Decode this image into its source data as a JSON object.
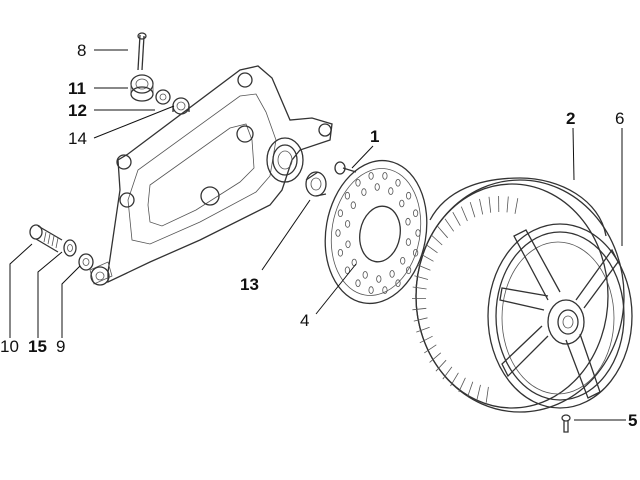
{
  "diagram": {
    "callouts": [
      {
        "id": "c8",
        "text": "8",
        "bold": false
      },
      {
        "id": "c11",
        "text": "11",
        "bold": true
      },
      {
        "id": "c12",
        "text": "12",
        "bold": true
      },
      {
        "id": "c14",
        "text": "14",
        "bold": false
      },
      {
        "id": "c1",
        "text": "1",
        "bold": true
      },
      {
        "id": "c13",
        "text": "13",
        "bold": true
      },
      {
        "id": "c4",
        "text": "4",
        "bold": false
      },
      {
        "id": "c2",
        "text": "2",
        "bold": true
      },
      {
        "id": "c6",
        "text": "6",
        "bold": false
      },
      {
        "id": "c5",
        "text": "5",
        "bold": true
      },
      {
        "id": "c10",
        "text": "10",
        "bold": false
      },
      {
        "id": "c15",
        "text": "15",
        "bold": true
      },
      {
        "id": "c9",
        "text": "9",
        "bold": false
      }
    ]
  }
}
